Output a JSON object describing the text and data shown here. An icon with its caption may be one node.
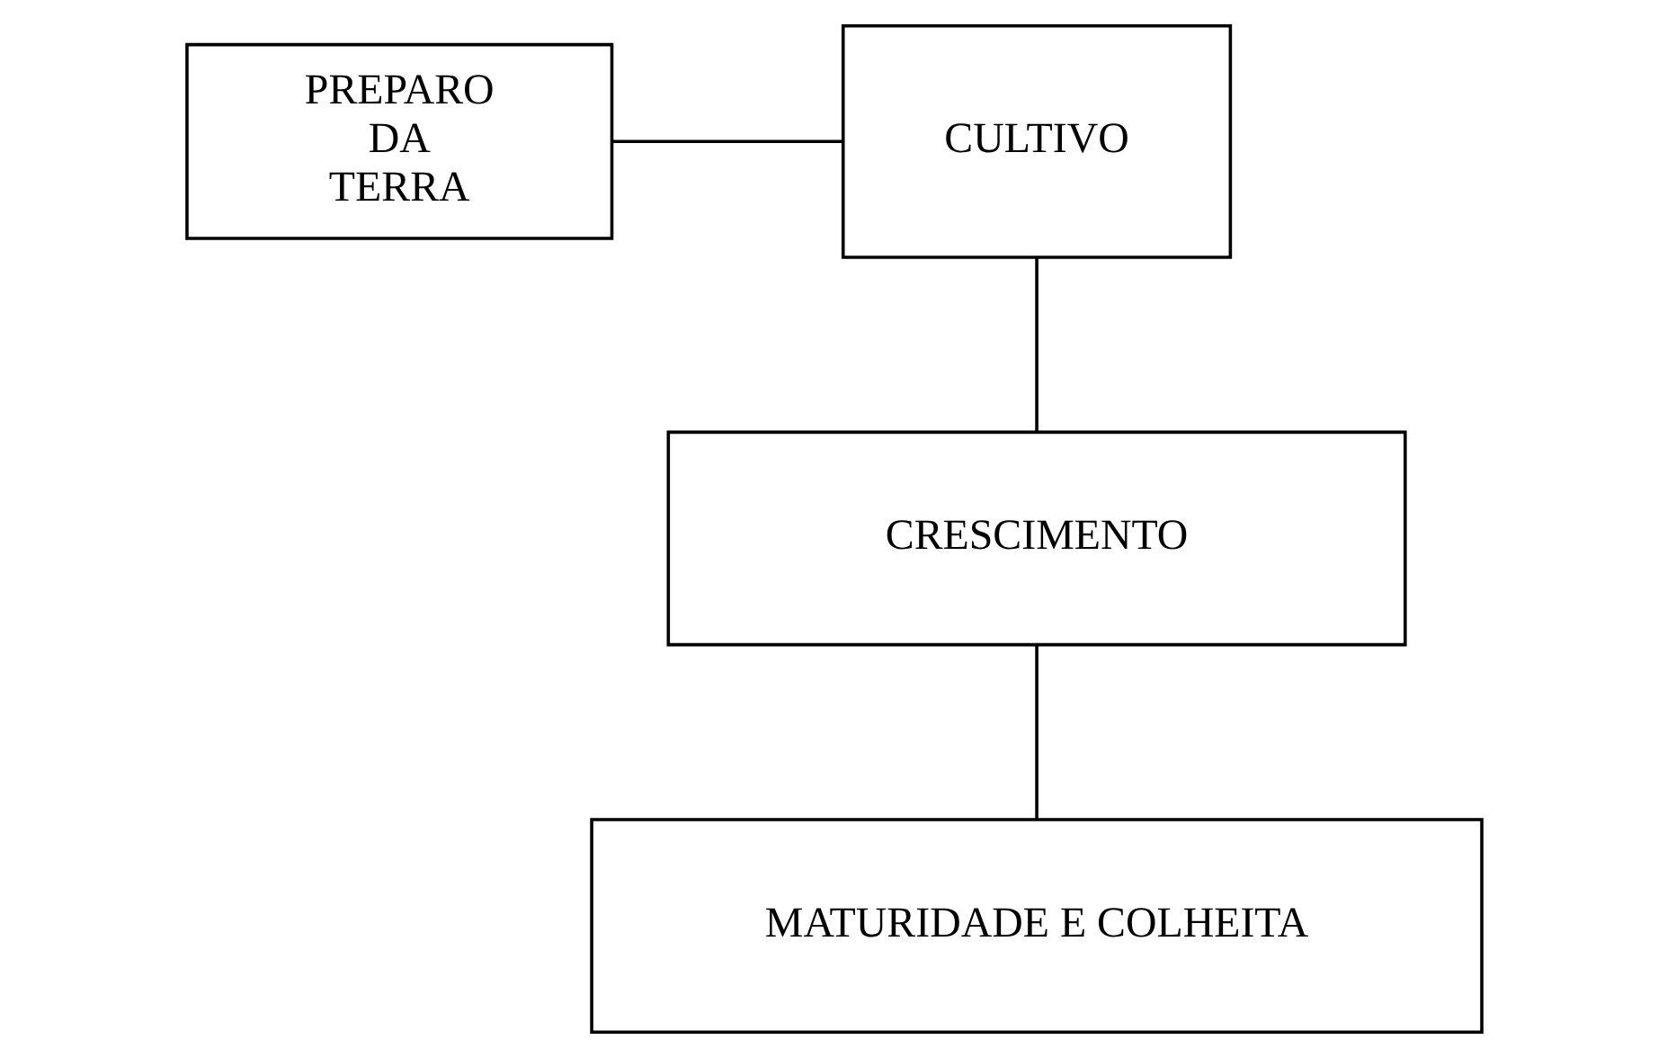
{
  "diagram": {
    "nodes": [
      {
        "text": [
          "PREPARO DA TERRA"
        ]
      },
      {
        "text": [
          "CULTIVO"
        ]
      },
      {
        "text": [
          "CRESCIMENTO"
        ]
      },
      {
        "text": [
          "MATURIDADE E COLHEITA"
        ]
      }
    ],
    "edges": [
      {
        "from": 0,
        "to": 1,
        "arrow": "none"
      },
      {
        "from": 1,
        "to": 2,
        "arrow": "none"
      },
      {
        "from": 2,
        "to": 3,
        "arrow": "none"
      }
    ]
  }
}
